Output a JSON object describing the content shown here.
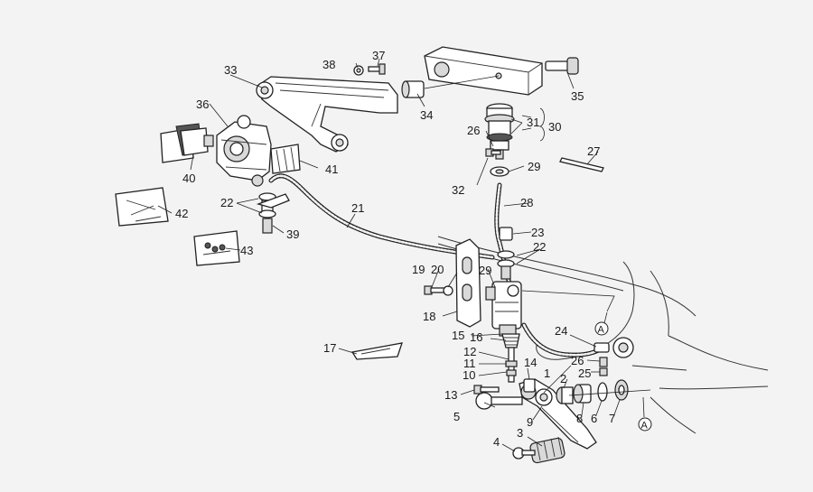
{
  "diagram": {
    "callouts": [
      {
        "id": "c1",
        "text": "1"
      },
      {
        "id": "c2",
        "text": "2"
      },
      {
        "id": "c3",
        "text": "3"
      },
      {
        "id": "c4",
        "text": "4"
      },
      {
        "id": "c5",
        "text": "5"
      },
      {
        "id": "c6",
        "text": "6"
      },
      {
        "id": "c7",
        "text": "7"
      },
      {
        "id": "c8",
        "text": "8"
      },
      {
        "id": "c9",
        "text": "9"
      },
      {
        "id": "c10",
        "text": "10"
      },
      {
        "id": "c11",
        "text": "11"
      },
      {
        "id": "c12",
        "text": "12"
      },
      {
        "id": "c13",
        "text": "13"
      },
      {
        "id": "c14",
        "text": "14"
      },
      {
        "id": "c15",
        "text": "15"
      },
      {
        "id": "c16",
        "text": "16"
      },
      {
        "id": "c17",
        "text": "17"
      },
      {
        "id": "c18",
        "text": "18"
      },
      {
        "id": "c19",
        "text": "19"
      },
      {
        "id": "c20",
        "text": "20"
      },
      {
        "id": "c21",
        "text": "21"
      },
      {
        "id": "c22a",
        "text": "22"
      },
      {
        "id": "c22b",
        "text": "22"
      },
      {
        "id": "c23",
        "text": "23"
      },
      {
        "id": "c24",
        "text": "24"
      },
      {
        "id": "c25",
        "text": "25"
      },
      {
        "id": "c26a",
        "text": "26"
      },
      {
        "id": "c26b",
        "text": "26"
      },
      {
        "id": "c27",
        "text": "27"
      },
      {
        "id": "c28",
        "text": "28"
      },
      {
        "id": "c29a",
        "text": "29"
      },
      {
        "id": "c29b",
        "text": "29"
      },
      {
        "id": "c30",
        "text": "30"
      },
      {
        "id": "c31",
        "text": "31"
      },
      {
        "id": "c32",
        "text": "32"
      },
      {
        "id": "c33",
        "text": "33"
      },
      {
        "id": "c34",
        "text": "34"
      },
      {
        "id": "c35",
        "text": "35"
      },
      {
        "id": "c36",
        "text": "36"
      },
      {
        "id": "c37",
        "text": "37"
      },
      {
        "id": "c38",
        "text": "38"
      },
      {
        "id": "c39",
        "text": "39"
      },
      {
        "id": "c40",
        "text": "40"
      },
      {
        "id": "c41",
        "text": "41"
      },
      {
        "id": "c42",
        "text": "42"
      },
      {
        "id": "c43",
        "text": "43"
      }
    ],
    "markers": [
      {
        "id": "mA1",
        "text": "A"
      },
      {
        "id": "mA2",
        "text": "A"
      }
    ]
  }
}
